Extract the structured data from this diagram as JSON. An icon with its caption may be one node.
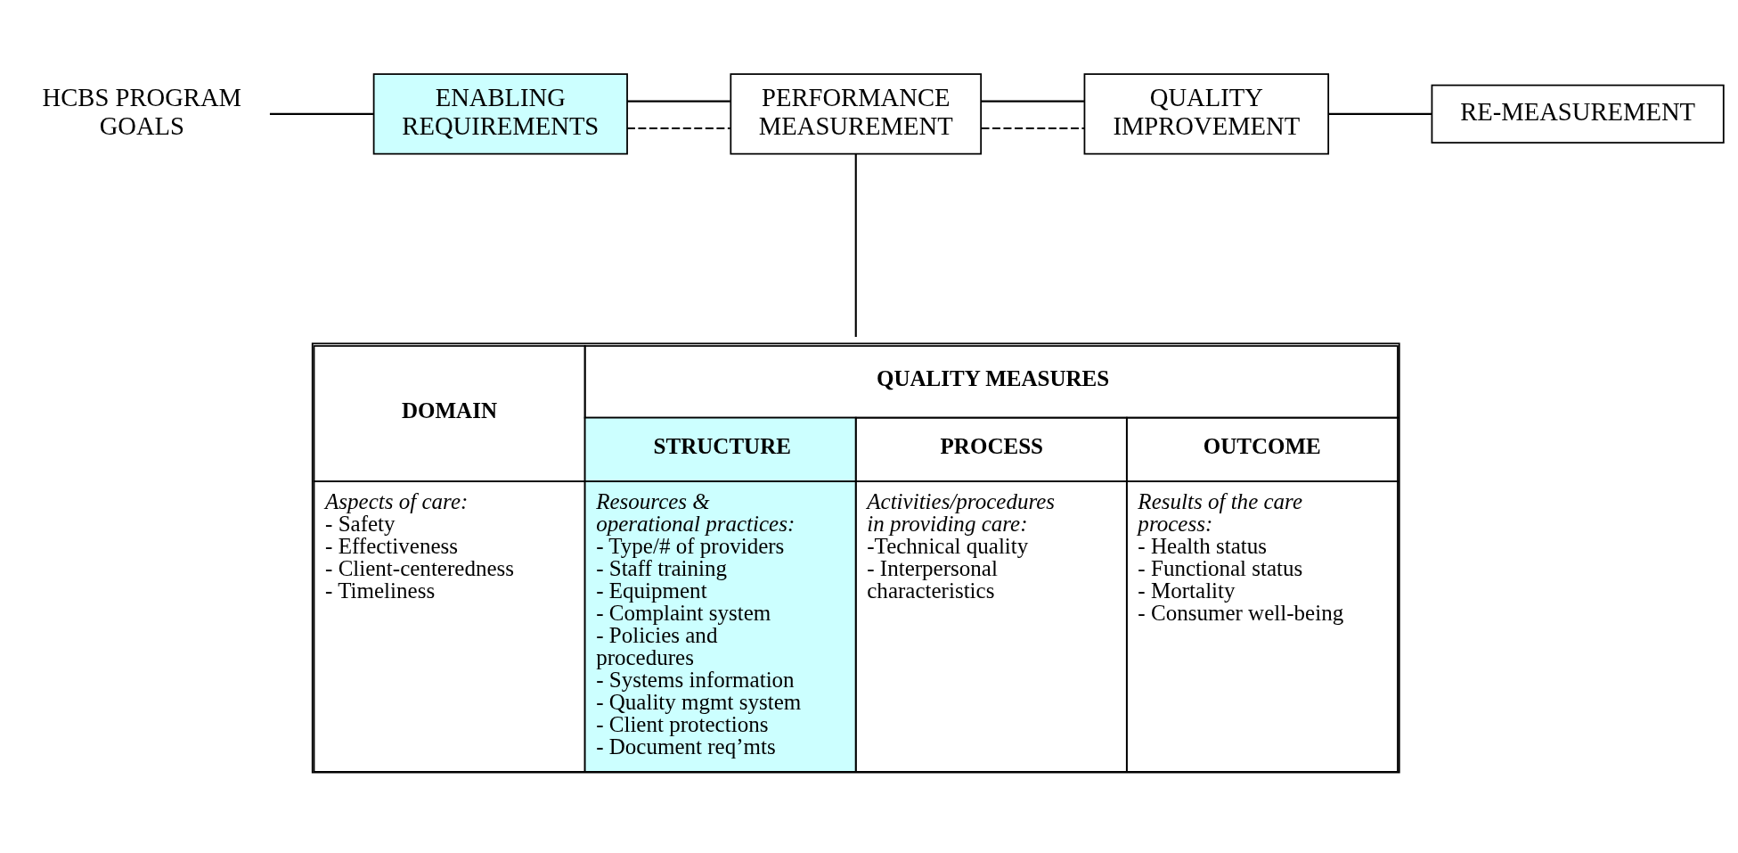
{
  "diagram": {
    "nodes": [
      {
        "text": [
          "HCBS PROGRAM GOALS"
        ]
      },
      {
        "text": [
          "ENABLING REQUIREMENTS"
        ]
      },
      {
        "text": [
          "PERFORMANCE MEASUREMENT"
        ]
      },
      {
        "text": [
          "QUALITY IMPROVEMENT"
        ]
      },
      {
        "text": [
          "RE-MEASUREMENT"
        ]
      },
      {
        "text": [
          "DOMAIN",
          "QUALITY MEASURES",
          "STRUCTURE",
          "PROCESS",
          "OUTCOME",
          "Aspects of care:",
          "- Safety",
          "- Effectiveness",
          "- Client-centeredness",
          "- Timeliness",
          "Resources & operational practices:",
          "- Type/# of providers",
          "- Staff training",
          "- Equipment",
          "- Complaint system",
          "- Policies and procedures",
          "- Systems information",
          "- Quality mgmt system",
          "- Client protections",
          "- Document req’mts",
          "Activities/procedures in providing care:",
          "-Technical quality",
          "- Interpersonal characteristics",
          "Results of the care process:",
          "- Health status",
          "- Functional status",
          "- Mortality",
          "- Consumer well-being"
        ]
      }
    ],
    "edges": [
      {
        "from": 0,
        "to": 1,
        "arrow": "none"
      },
      {
        "from": 1,
        "to": 2,
        "arrow": "none"
      },
      {
        "from": 2,
        "to": 3,
        "arrow": "none"
      },
      {
        "from": 3,
        "to": 4,
        "arrow": "none"
      },
      {
        "from": 2,
        "to": 5,
        "arrow": "none"
      },
      {
        "from": 1,
        "to": 2,
        "arrow": "none",
        "style": "dashed"
      },
      {
        "from": 2,
        "to": 3,
        "arrow": "none",
        "style": "dashed"
      }
    ]
  }
}
